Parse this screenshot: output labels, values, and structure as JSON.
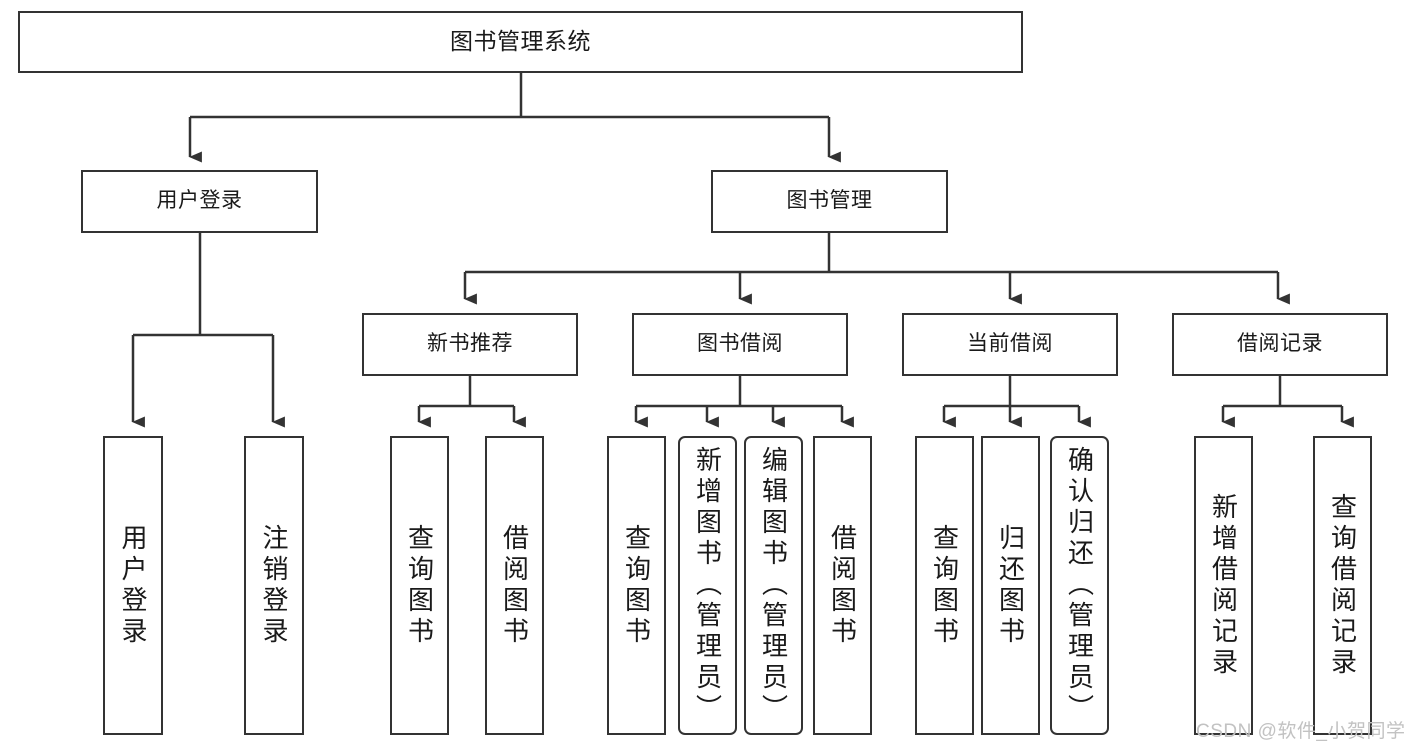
{
  "diagram": {
    "title": "图书管理系统",
    "type": "hierarchy-tree",
    "watermark": "CSDN @软件_小贺同学",
    "colors": {
      "stroke": "#333333",
      "fill": "#ffffff",
      "text": "#1a1a1a",
      "watermark": "#c2c2c2"
    },
    "nodes": {
      "root": {
        "label": "图书管理系统"
      },
      "level1": [
        {
          "id": "user-login",
          "label": "用户登录"
        },
        {
          "id": "book-management",
          "label": "图书管理"
        }
      ],
      "level2": [
        {
          "id": "new-book-recommend",
          "label": "新书推荐"
        },
        {
          "id": "book-borrow",
          "label": "图书借阅"
        },
        {
          "id": "current-borrow",
          "label": "当前借阅"
        },
        {
          "id": "borrow-record",
          "label": "借阅记录"
        }
      ],
      "leaves": [
        {
          "id": "leaf-user-login",
          "label": "用户登录",
          "parent": "user-login",
          "rounded": false
        },
        {
          "id": "leaf-logout-login",
          "label": "注销登录",
          "parent": "user-login",
          "rounded": false
        },
        {
          "id": "leaf-query-book-1",
          "label": "查询图书",
          "parent": "new-book-recommend",
          "rounded": false
        },
        {
          "id": "leaf-borrow-book-1",
          "label": "借阅图书",
          "parent": "new-book-recommend",
          "rounded": false
        },
        {
          "id": "leaf-query-book-2",
          "label": "查询图书",
          "parent": "book-borrow",
          "rounded": false
        },
        {
          "id": "leaf-add-book",
          "label": "新增图书（管理员）",
          "parent": "book-borrow",
          "rounded": true
        },
        {
          "id": "leaf-edit-book",
          "label": "编辑图书（管理员）",
          "parent": "book-borrow",
          "rounded": true
        },
        {
          "id": "leaf-borrow-book-2",
          "label": "借阅图书",
          "parent": "book-borrow",
          "rounded": false
        },
        {
          "id": "leaf-query-book-3",
          "label": "查询图书",
          "parent": "current-borrow",
          "rounded": false
        },
        {
          "id": "leaf-return-book",
          "label": "归还图书",
          "parent": "current-borrow",
          "rounded": false
        },
        {
          "id": "leaf-confirm-return",
          "label": "确认归还（管理员）",
          "parent": "current-borrow",
          "rounded": true
        },
        {
          "id": "leaf-add-record",
          "label": "新增借阅记录",
          "parent": "borrow-record",
          "rounded": false
        },
        {
          "id": "leaf-query-record",
          "label": "查询借阅记录",
          "parent": "borrow-record",
          "rounded": false
        }
      ]
    }
  }
}
